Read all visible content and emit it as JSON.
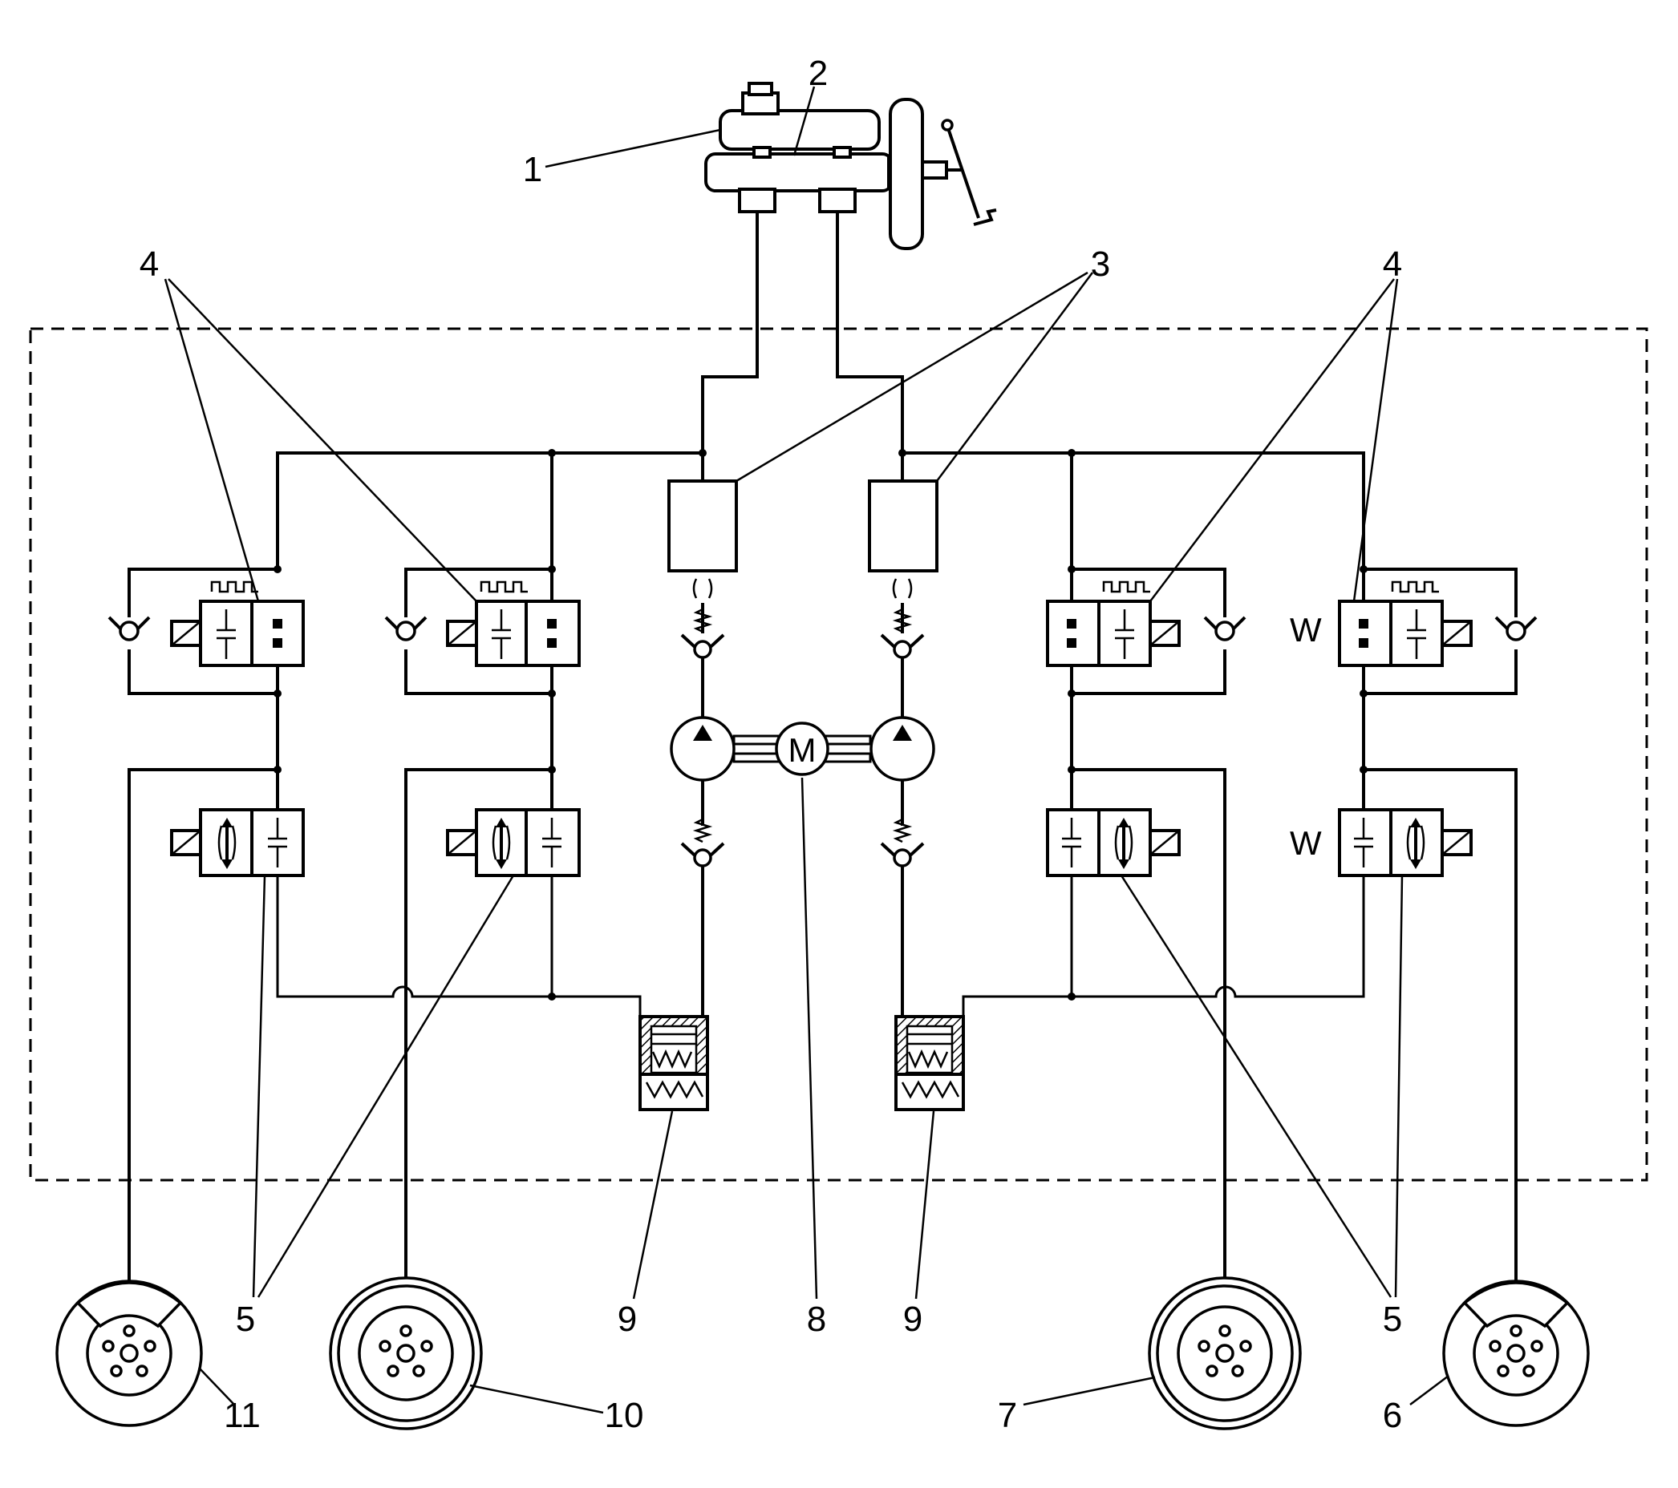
{
  "callouts": {
    "c1": "1",
    "c2": "2",
    "c3": "3",
    "c4_left": "4",
    "c4_right": "4",
    "c5_left": "5",
    "c5_right": "5",
    "c6": "6",
    "c7": "7",
    "c8": "8",
    "c9_left": "9",
    "c9_right": "9",
    "c10": "10",
    "c11": "11"
  },
  "valve_marks": {
    "w_upper": "W",
    "w_lower": "W"
  },
  "motor_label": "M"
}
